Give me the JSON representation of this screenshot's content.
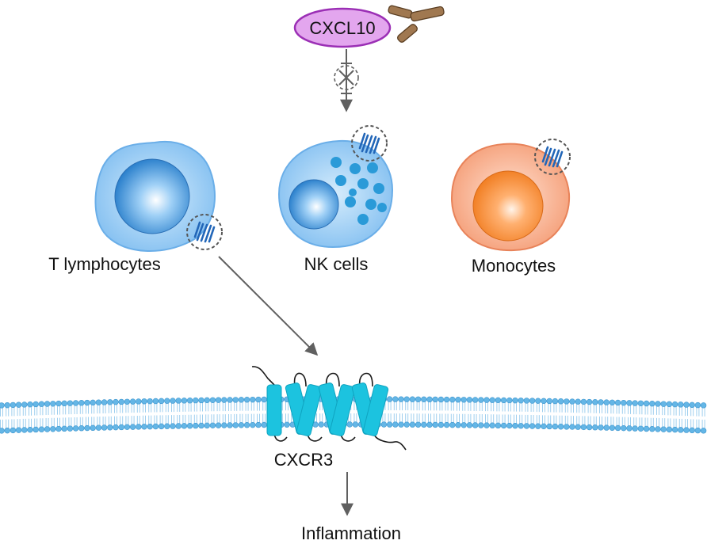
{
  "labels": {
    "ligand": "CXCL10",
    "t_cells": "T lymphocytes",
    "nk_cells": "NK cells",
    "monocytes": "Monocytes",
    "receptor": "CXCR3",
    "outcome": "Inflammation"
  },
  "colors": {
    "ligand_fill": "#e3a6ee",
    "ligand_stroke": "#9b2fb5",
    "antibody": "#a07850",
    "t_cell": "#8ec6f2",
    "nk_cell": "#8ec6f2",
    "monocyte": "#f6a57f",
    "nucleus_blue": "#2f8ad6",
    "nucleus_orange": "#fb8a2e",
    "granule": "#2a9ad8",
    "receptor_icon": "#2266b8",
    "helix": "#1cc3df",
    "membrane": "#64b6e6",
    "arrow": "#606060"
  },
  "icons": [
    "antibody-icon",
    "inhibition-x-icon",
    "receptor-icon"
  ]
}
